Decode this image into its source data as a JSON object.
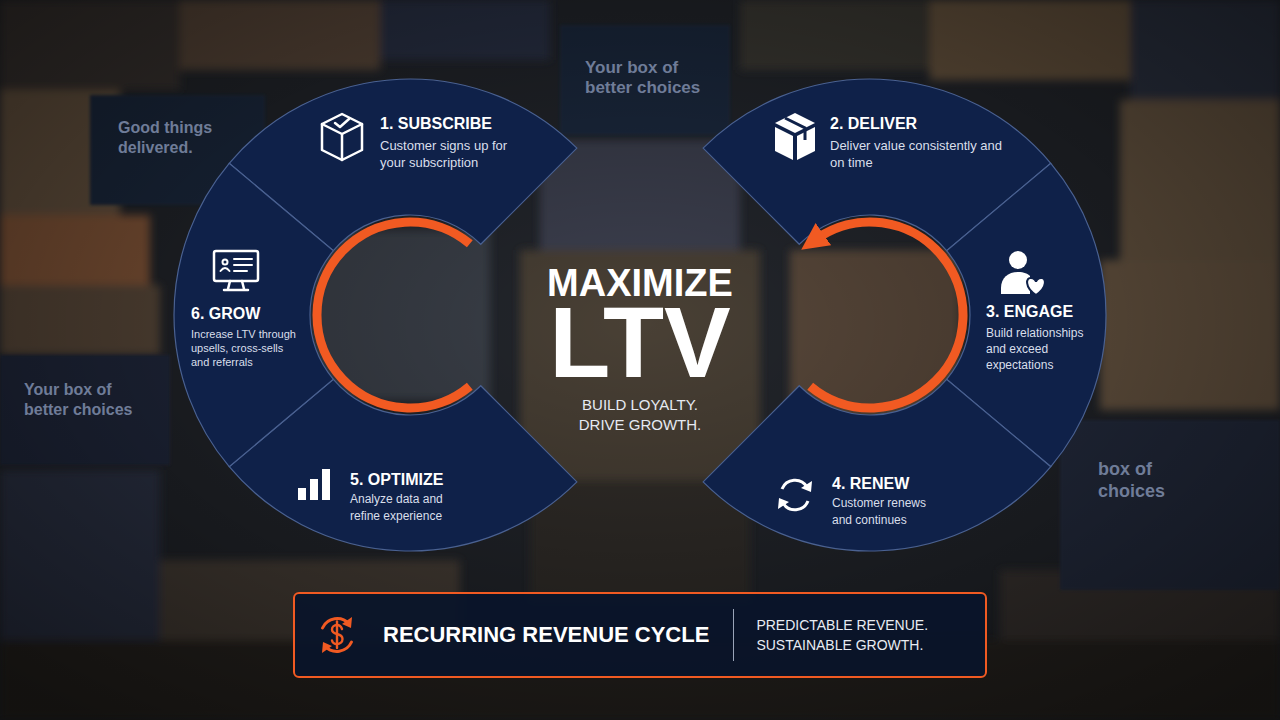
{
  "diagram": {
    "nodes": [
      {
        "text": [
          "1. SUBSCRIBE",
          "Customer signs up for your subscription"
        ]
      },
      {
        "text": [
          "2. DELIVER",
          "Deliver value consistently and on time"
        ]
      },
      {
        "text": [
          "3. ENGAGE",
          "Build relationships and exceed expectations"
        ]
      },
      {
        "text": [
          "4. RENEW",
          "Customer renews and continues"
        ]
      },
      {
        "text": [
          "5. OPTIMIZE",
          "Analyze data and refine experience"
        ]
      },
      {
        "text": [
          "6. GROW",
          "Increase LTV through upsells, cross-sells and referrals"
        ]
      },
      {
        "text": [
          "RECURRING REVENUE CYCLE",
          "PREDICTABLE REVENUE. SUSTAINABLE GROWTH."
        ]
      }
    ],
    "labels": [
      "MAXIMIZE",
      "LTV",
      "BUILD LOYALTY. DRIVE GROWTH.",
      "Your box of better choices",
      "Good things delivered.",
      "Your box of better choices",
      "box of choices"
    ]
  }
}
